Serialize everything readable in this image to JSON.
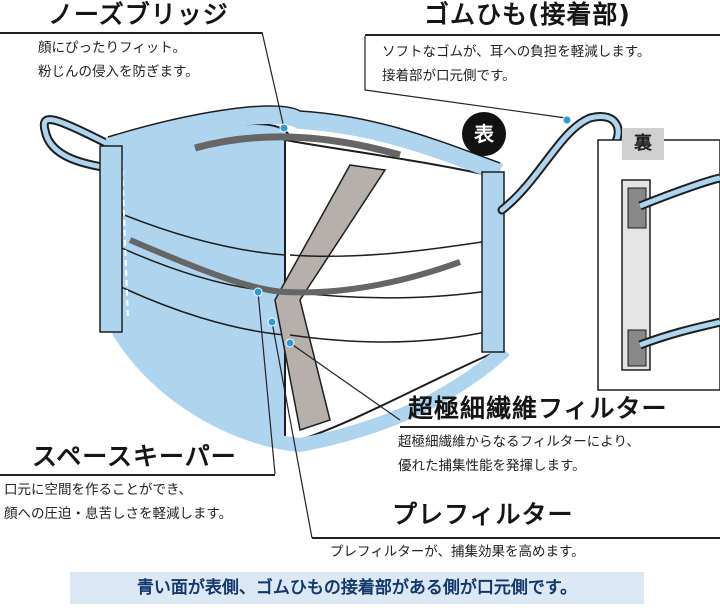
{
  "labels": {
    "nose_bridge": {
      "title": "ノーズブリッジ",
      "lines": [
        "顔にぴったりフィット。",
        "粉じんの侵入を防ぎます。"
      ]
    },
    "ear_loop": {
      "title": "ゴムひも(接着部)",
      "lines": [
        "ソフトなゴムが、耳への負担を軽減します。",
        "接着部が口元側です。"
      ]
    },
    "ultra_filter": {
      "title": "超極細繊維フィルター",
      "lines": [
        "超極細繊維からなるフィルターにより、",
        "優れた捕集性能を発揮します。"
      ]
    },
    "space_keeper": {
      "title": "スペースキーパー",
      "lines": [
        "口元に空間を作ることができ、",
        "顔への圧迫・息苦しさを軽減します。"
      ]
    },
    "pre_filter": {
      "title": "プレフィルター",
      "lines": [
        "プレフィルターが、捕集効果を高めます。"
      ]
    }
  },
  "badges": {
    "front": "表",
    "back": "裏"
  },
  "banner": "青い面が表側、ゴムひもの接着部がある側が口元側です。",
  "colors": {
    "mask_blue": "#aed4ef",
    "outline": "#1e1e1e",
    "gray_band": "#b5b0ab",
    "wire": "#666666",
    "banner_bg": "#dce9f5",
    "banner_text": "#14386b",
    "dot": "#2e9ad6"
  }
}
